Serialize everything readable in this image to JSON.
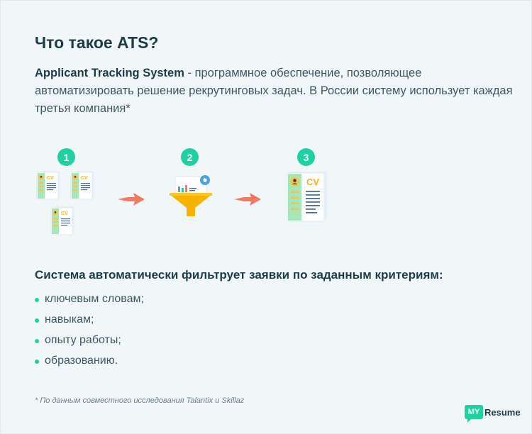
{
  "header": {
    "title": "Что такое ATS?",
    "intro_bold": "Applicant Tracking System",
    "intro_rest": " - программное обеспечение, позволяющее автоматизировать решение рекрутинговых задач. В России систему использует каждая третья компания*"
  },
  "steps": [
    {
      "number": "1",
      "icon": "cv-documents-icon"
    },
    {
      "number": "2",
      "icon": "funnel-filter-icon"
    },
    {
      "number": "3",
      "icon": "cv-document-icon"
    }
  ],
  "cv_label": "CV",
  "criteria": {
    "heading": "Система автоматически фильтрует заявки по заданным критериям:",
    "items": [
      "ключевым словам;",
      "навыкам;",
      "опыту работы;",
      "образованию."
    ]
  },
  "footnote": "* По данным совместного исследования Talantix и Skillaz",
  "logo": {
    "badge": "MY",
    "text": "Resume"
  },
  "colors": {
    "accent": "#1fd0a2",
    "arrow": "#ef7a62",
    "funnel": "#f6b400",
    "text": "#1d3c46"
  }
}
